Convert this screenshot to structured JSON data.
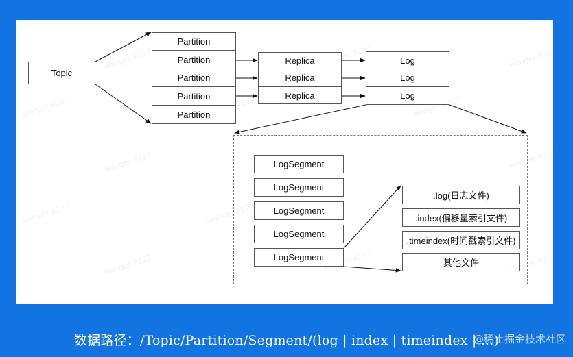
{
  "diagram": {
    "topic": "Topic",
    "partitions": [
      "Partition",
      "Partition",
      "Partition",
      "Partition",
      "Partition"
    ],
    "replicas": [
      "Replica",
      "Replica",
      "Replica"
    ],
    "logs": [
      "Log",
      "Log",
      "Log"
    ],
    "segments": [
      "LogSegment",
      "LogSegment",
      "LogSegment",
      "LogSegment",
      "LogSegment"
    ],
    "files": [
      ".log(日志文件)",
      ".index(偏移量索引文件)",
      ".timeindex(时间戳索引文件)",
      "其他文件"
    ]
  },
  "watermark_text": "wonger 9227",
  "caption": "数据路径：/Topic/Partition/Segment/(log | index | timeindex | ...)",
  "badge": "@稀土掘金技术社区",
  "colors": {
    "background": "#1174e0",
    "panel": "#ffffff",
    "border": "#555555"
  }
}
